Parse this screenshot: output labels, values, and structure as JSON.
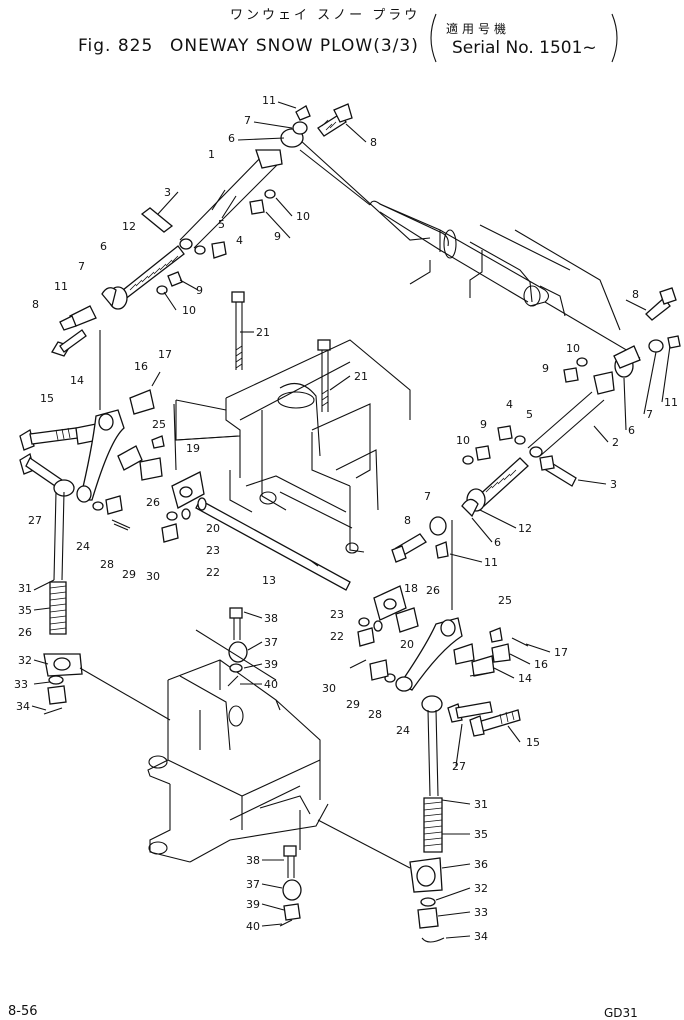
{
  "header": {
    "title_jp": "ワンウェイ スノー プラウ",
    "fig_label": "Fig. 825",
    "title": "ONEWAY SNOW PLOW(3/3)",
    "serial_jp": "適用号機",
    "serial": "Serial No. 1501~"
  },
  "footer": {
    "page": "8-56",
    "code": "GD31"
  },
  "callouts": [
    {
      "id": "c11a",
      "text": "11"
    },
    {
      "id": "c7a",
      "text": "7"
    },
    {
      "id": "c6a",
      "text": "6"
    },
    {
      "id": "c8a",
      "text": "8"
    },
    {
      "id": "c1",
      "text": "1"
    },
    {
      "id": "c10a",
      "text": "10"
    },
    {
      "id": "c3a",
      "text": "3"
    },
    {
      "id": "c5a",
      "text": "5"
    },
    {
      "id": "c4a",
      "text": "4"
    },
    {
      "id": "c9a",
      "text": "9"
    },
    {
      "id": "c12a",
      "text": "12"
    },
    {
      "id": "c6b",
      "text": "6"
    },
    {
      "id": "c7b",
      "text": "7"
    },
    {
      "id": "c11b",
      "text": "11"
    },
    {
      "id": "c8b",
      "text": "8"
    },
    {
      "id": "c9b",
      "text": "9"
    },
    {
      "id": "c10b",
      "text": "10"
    },
    {
      "id": "c21a",
      "text": "21"
    },
    {
      "id": "c21b",
      "text": "21"
    },
    {
      "id": "c16a",
      "text": "16"
    },
    {
      "id": "c17a",
      "text": "17"
    },
    {
      "id": "c14a",
      "text": "14"
    },
    {
      "id": "c15a",
      "text": "15"
    },
    {
      "id": "c25a",
      "text": "25"
    },
    {
      "id": "c19",
      "text": "19"
    },
    {
      "id": "c27a",
      "text": "27"
    },
    {
      "id": "c26a",
      "text": "26"
    },
    {
      "id": "c20a",
      "text": "20"
    },
    {
      "id": "c24a",
      "text": "24"
    },
    {
      "id": "c28a",
      "text": "28"
    },
    {
      "id": "c29a",
      "text": "29"
    },
    {
      "id": "c30a",
      "text": "30"
    },
    {
      "id": "c23a",
      "text": "23"
    },
    {
      "id": "c22a",
      "text": "22"
    },
    {
      "id": "c31a",
      "text": "31"
    },
    {
      "id": "c35a",
      "text": "35"
    },
    {
      "id": "c13",
      "text": "13"
    },
    {
      "id": "c26b",
      "text": "26"
    },
    {
      "id": "c32a",
      "text": "32"
    },
    {
      "id": "c33a",
      "text": "33"
    },
    {
      "id": "c34a",
      "text": "34"
    },
    {
      "id": "c8c",
      "text": "8"
    },
    {
      "id": "c10c",
      "text": "10"
    },
    {
      "id": "c9c",
      "text": "9"
    },
    {
      "id": "c6c",
      "text": "6"
    },
    {
      "id": "c7c",
      "text": "7"
    },
    {
      "id": "c11c",
      "text": "11"
    },
    {
      "id": "c4b",
      "text": "4"
    },
    {
      "id": "c5b",
      "text": "5"
    },
    {
      "id": "c9d",
      "text": "9"
    },
    {
      "id": "c10d",
      "text": "10"
    },
    {
      "id": "c2",
      "text": "2"
    },
    {
      "id": "c3b",
      "text": "3"
    },
    {
      "id": "c7d",
      "text": "7"
    },
    {
      "id": "c8d",
      "text": "8"
    },
    {
      "id": "c12b",
      "text": "12"
    },
    {
      "id": "c6d",
      "text": "6"
    },
    {
      "id": "c11d",
      "text": "11"
    },
    {
      "id": "c18",
      "text": "18"
    },
    {
      "id": "c26c",
      "text": "26"
    },
    {
      "id": "c23b",
      "text": "23"
    },
    {
      "id": "c20b",
      "text": "20"
    },
    {
      "id": "c22b",
      "text": "22"
    },
    {
      "id": "c25b",
      "text": "25"
    },
    {
      "id": "c17b",
      "text": "17"
    },
    {
      "id": "c16b",
      "text": "16"
    },
    {
      "id": "c14b",
      "text": "14"
    },
    {
      "id": "c30b",
      "text": "30"
    },
    {
      "id": "c29b",
      "text": "29"
    },
    {
      "id": "c28b",
      "text": "28"
    },
    {
      "id": "c24b",
      "text": "24"
    },
    {
      "id": "c15b",
      "text": "15"
    },
    {
      "id": "c27b",
      "text": "27"
    },
    {
      "id": "c38a",
      "text": "38"
    },
    {
      "id": "c37a",
      "text": "37"
    },
    {
      "id": "c39a",
      "text": "39"
    },
    {
      "id": "c40a",
      "text": "40"
    },
    {
      "id": "c31b",
      "text": "31"
    },
    {
      "id": "c35b",
      "text": "35"
    },
    {
      "id": "c36",
      "text": "36"
    },
    {
      "id": "c32b",
      "text": "32"
    },
    {
      "id": "c33b",
      "text": "33"
    },
    {
      "id": "c34b",
      "text": "34"
    },
    {
      "id": "c38b",
      "text": "38"
    },
    {
      "id": "c37b",
      "text": "37"
    },
    {
      "id": "c39b",
      "text": "39"
    },
    {
      "id": "c40b",
      "text": "40"
    }
  ]
}
